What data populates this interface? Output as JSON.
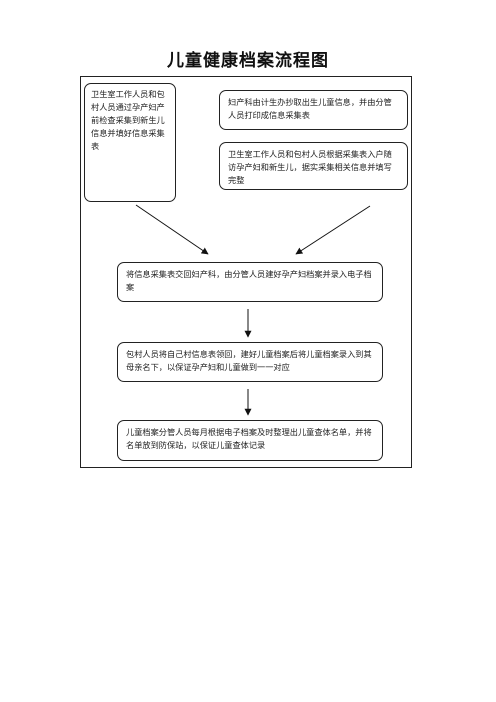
{
  "title": "儿童健康档案流程图",
  "boxes": {
    "b1": "卫生室工作人员和包村人员通过孕产妇产前检查采集到新生儿信息并填好信息采集表",
    "b2": "妇产科由计生办抄取出生儿童信息，并由分管人员打印成信息采集表",
    "b3": "卫生室工作人员和包村人员根据采集表入户随访孕产妇和新生儿，据实采集相关信息并填写完整",
    "b4": "将信息采集表交回妇产科，由分管人员建好孕产妇档案并录入电子档案",
    "b5": "包村人员将自己村信息表领回，建好儿童档案后将儿童档案录入到其母亲名下，以保证孕产妇和儿童做到一一对应",
    "b6": "儿童档案分管人员每月根据电子档案及时整理出儿童查体名单，并将名单放到防保站，以保证儿童查体记录"
  }
}
